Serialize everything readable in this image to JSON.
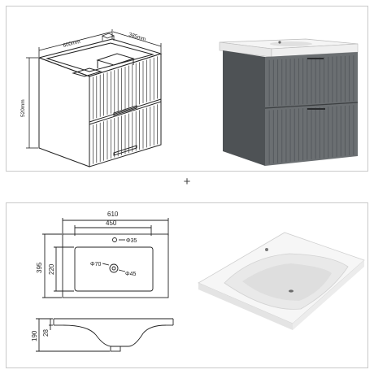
{
  "cabinet_drawing": {
    "width_label": "600mm",
    "depth_label": "385mm",
    "height_label": "520mm"
  },
  "separator": "+",
  "basin_drawing": {
    "overall_width": "610",
    "inner_width": "450",
    "tap_hole": "Φ35",
    "drain_70": "Φ70",
    "drain_45": "Φ45",
    "depth_overall": "395",
    "depth_inner": "220",
    "height_overall": "190",
    "rim_thickness": "28"
  },
  "colors": {
    "cabinet_grey": "#6b6f72",
    "line": "#222222",
    "basin_white": "#f4f4f4"
  }
}
